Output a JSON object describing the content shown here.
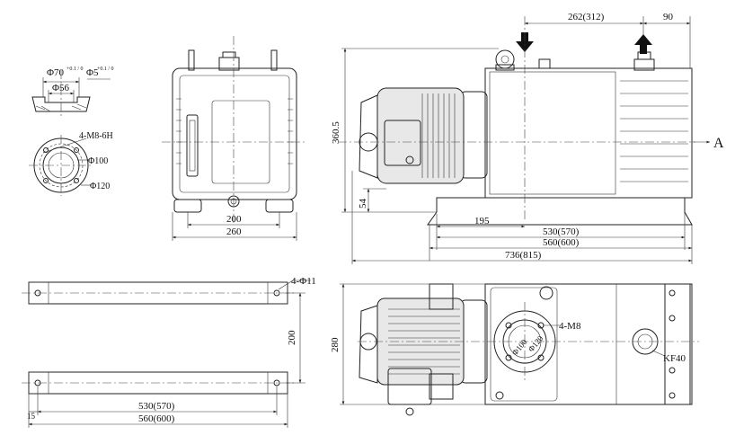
{
  "dims": {
    "flange_top_od": "Φ70",
    "flange_top_od_tol": "+0.1 / 0",
    "flange_top_bore": "Φ5",
    "flange_top_bore_tol": "+0.1 / 0",
    "flange_top_56": "Φ56",
    "flange_bolts": "4-M8-6H",
    "flange_100": "Φ100",
    "flange_120": "Φ120",
    "front_200": "200",
    "front_260": "260",
    "side_262": "262(312)",
    "side_90": "90",
    "side_360": "360.5",
    "side_54": "54",
    "side_195": "195",
    "side_530": "530(570)",
    "side_560": "560(600)",
    "side_736": "736(815)",
    "view_a": "A",
    "base_holes": "4-Φ11",
    "base_200": "200",
    "base_15": "15",
    "base_530": "530(570)",
    "base_560": "560(600)",
    "top_280": "280",
    "top_bolts": "4-M8",
    "top_100": "Φ100",
    "top_120": "Φ120",
    "top_kf": "KF40"
  },
  "colors": {
    "line": "#222222",
    "arrow": "#111111",
    "paper": "#ffffff"
  }
}
